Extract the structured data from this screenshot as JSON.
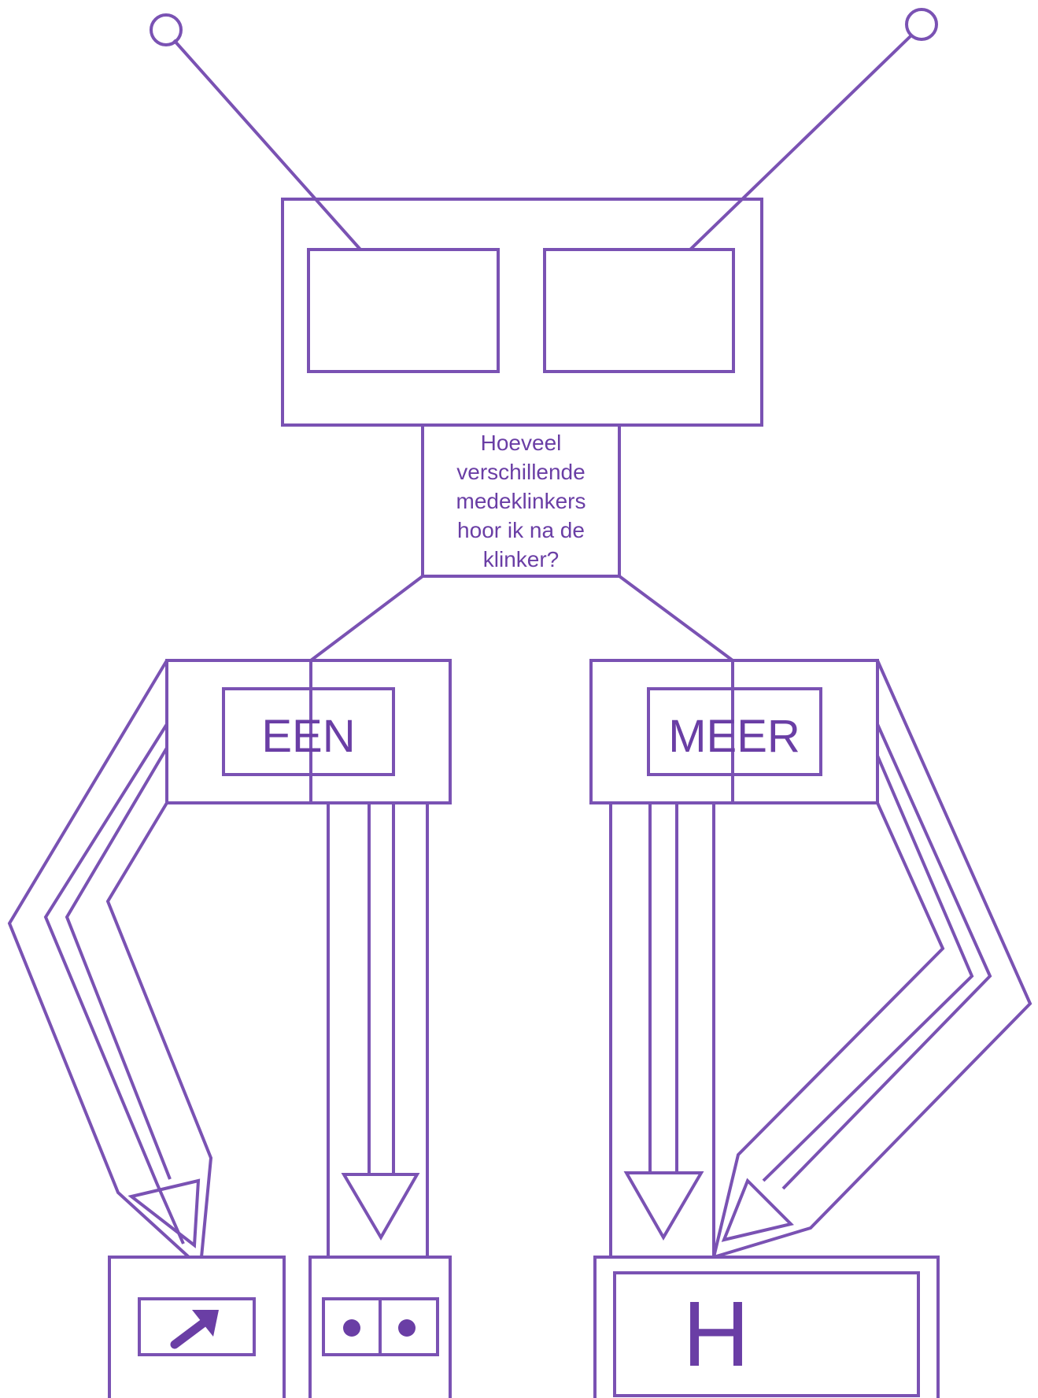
{
  "colors": {
    "stroke": "#7a52b3",
    "fill": "#6a3ea5",
    "background": "#ffffff"
  },
  "question": {
    "lines": [
      "Hoeveel",
      "verschillende",
      "medeklinkers",
      "hoor ik na de",
      "klinker?"
    ]
  },
  "left_box": {
    "label": "EEN"
  },
  "right_box": {
    "label": "MEER"
  },
  "outcomes": {
    "arrow_card": {
      "icon": "diagonal-up-right-arrow-icon"
    },
    "dots_card": {
      "icon": "two-dots-icon"
    },
    "letter_card": {
      "label": "H"
    }
  }
}
